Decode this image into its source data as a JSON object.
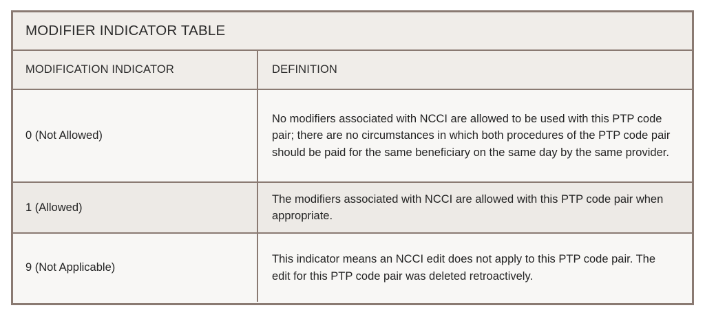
{
  "table": {
    "title": "MODIFIER INDICATOR TABLE",
    "columns": [
      {
        "header": "MODIFICATION INDICATOR"
      },
      {
        "header": "DEFINITION"
      }
    ],
    "rows": [
      {
        "indicator": "0 (Not Allowed)",
        "definition": "No modifiers associated with NCCI are allowed to be used with this PTP code pair; there are no circumstances in which both procedures of the PTP code pair should be paid for the same beneficiary on the same day by the same provider."
      },
      {
        "indicator": "1 (Allowed)",
        "definition": "The modifiers associated with NCCI are allowed with this PTP code pair when appropriate."
      },
      {
        "indicator": "9 (Not Applicable)",
        "definition": "This indicator means an NCCI edit does not apply to this PTP code pair. The edit for this PTP code pair was deleted retroactively."
      }
    ]
  },
  "colors": {
    "border": "#8a7a72",
    "title_band": "#f0ede9",
    "header_band": "#f0ede9",
    "row_light": "#f8f7f5",
    "row_shaded": "#edeae6",
    "text": "#232323",
    "page_background": "#ffffff"
  }
}
